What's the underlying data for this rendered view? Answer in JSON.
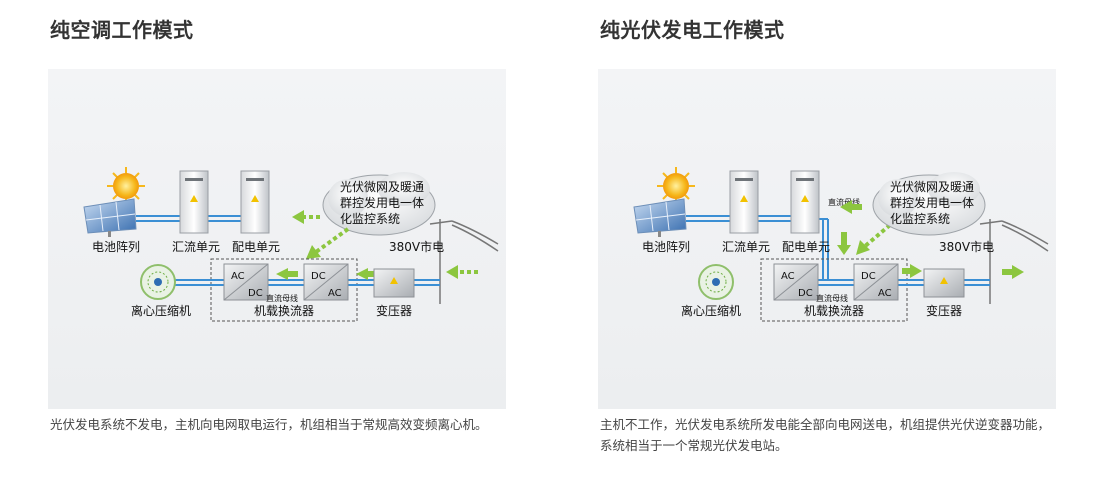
{
  "panels": [
    {
      "title": "纯空调工作模式",
      "caption": " 光伏发电系统不发电，主机向电网取电运行，机组相当于常规高效变频离心机。",
      "labels": {
        "solar_array": "电池阵列",
        "combiner": "汇流单元",
        "distribution": "配电单元",
        "grid": "380V市电",
        "compressor": "离心压缩机",
        "converter": "机载换流器",
        "dc_bus": "直流母线",
        "transformer": "变压器",
        "cloud_line1": "光伏微网及暖通",
        "cloud_line2": "群控发用电一体",
        "cloud_line3": "化监控系统",
        "ac": "AC",
        "dc": "DC"
      }
    },
    {
      "title": "纯光伏发电工作模式",
      "caption": "主机不工作，光伏发电系统所发电能全部向电网送电，机组提供光伏逆变器功能，系统相当于一个常规光伏发电站。",
      "labels": {
        "solar_array": "电池阵列",
        "combiner": "汇流单元",
        "distribution": "配电单元",
        "grid": "380V市电",
        "compressor": "离心压缩机",
        "converter": "机载换流器",
        "dc_bus_top": "直流母线",
        "dc_bus": "直流母线",
        "transformer": "变压器",
        "cloud_line1": "光伏微网及暖通",
        "cloud_line2": "群控发用电一体",
        "cloud_line3": "化监控系统",
        "ac": "AC",
        "dc": "DC"
      }
    }
  ],
  "colors": {
    "arrow_green": "#8cc63f",
    "line_blue": "#3b8fd4",
    "title": "#333333",
    "caption": "#444444"
  }
}
